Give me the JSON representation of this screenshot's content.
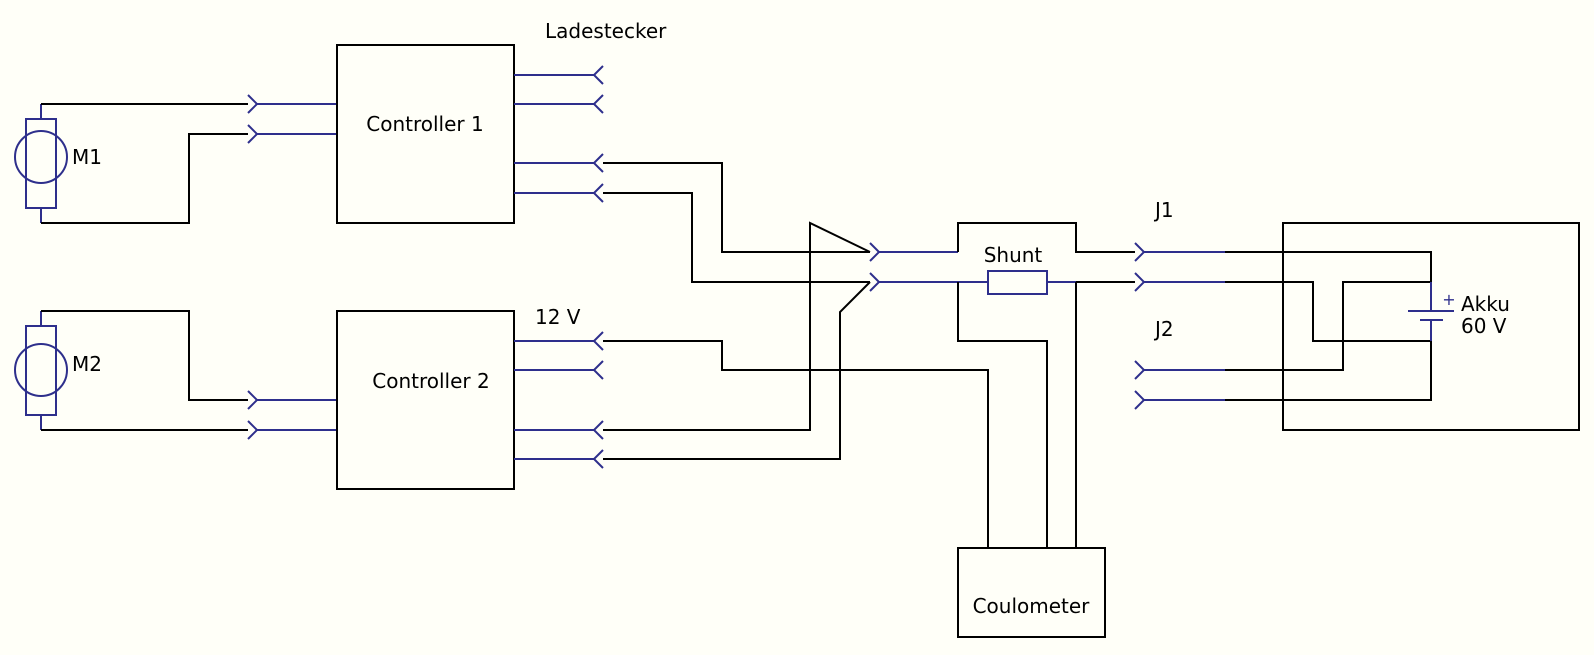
{
  "diagram": {
    "components": {
      "motor1": "M1",
      "motor2": "M2",
      "controller1": "Controller 1",
      "controller2": "Controller 2",
      "charge_plug": "Ladestecker",
      "aux_12v": "12 V",
      "shunt": "Shunt",
      "coulometer": "Coulometer",
      "jack1": "J1",
      "jack2": "J2",
      "battery_name": "Akku",
      "battery_voltage": "60 V",
      "battery_plus": "+"
    },
    "colors": {
      "wire": "#000000",
      "connector": "#2e2f8c",
      "background": "#fffff8"
    }
  }
}
